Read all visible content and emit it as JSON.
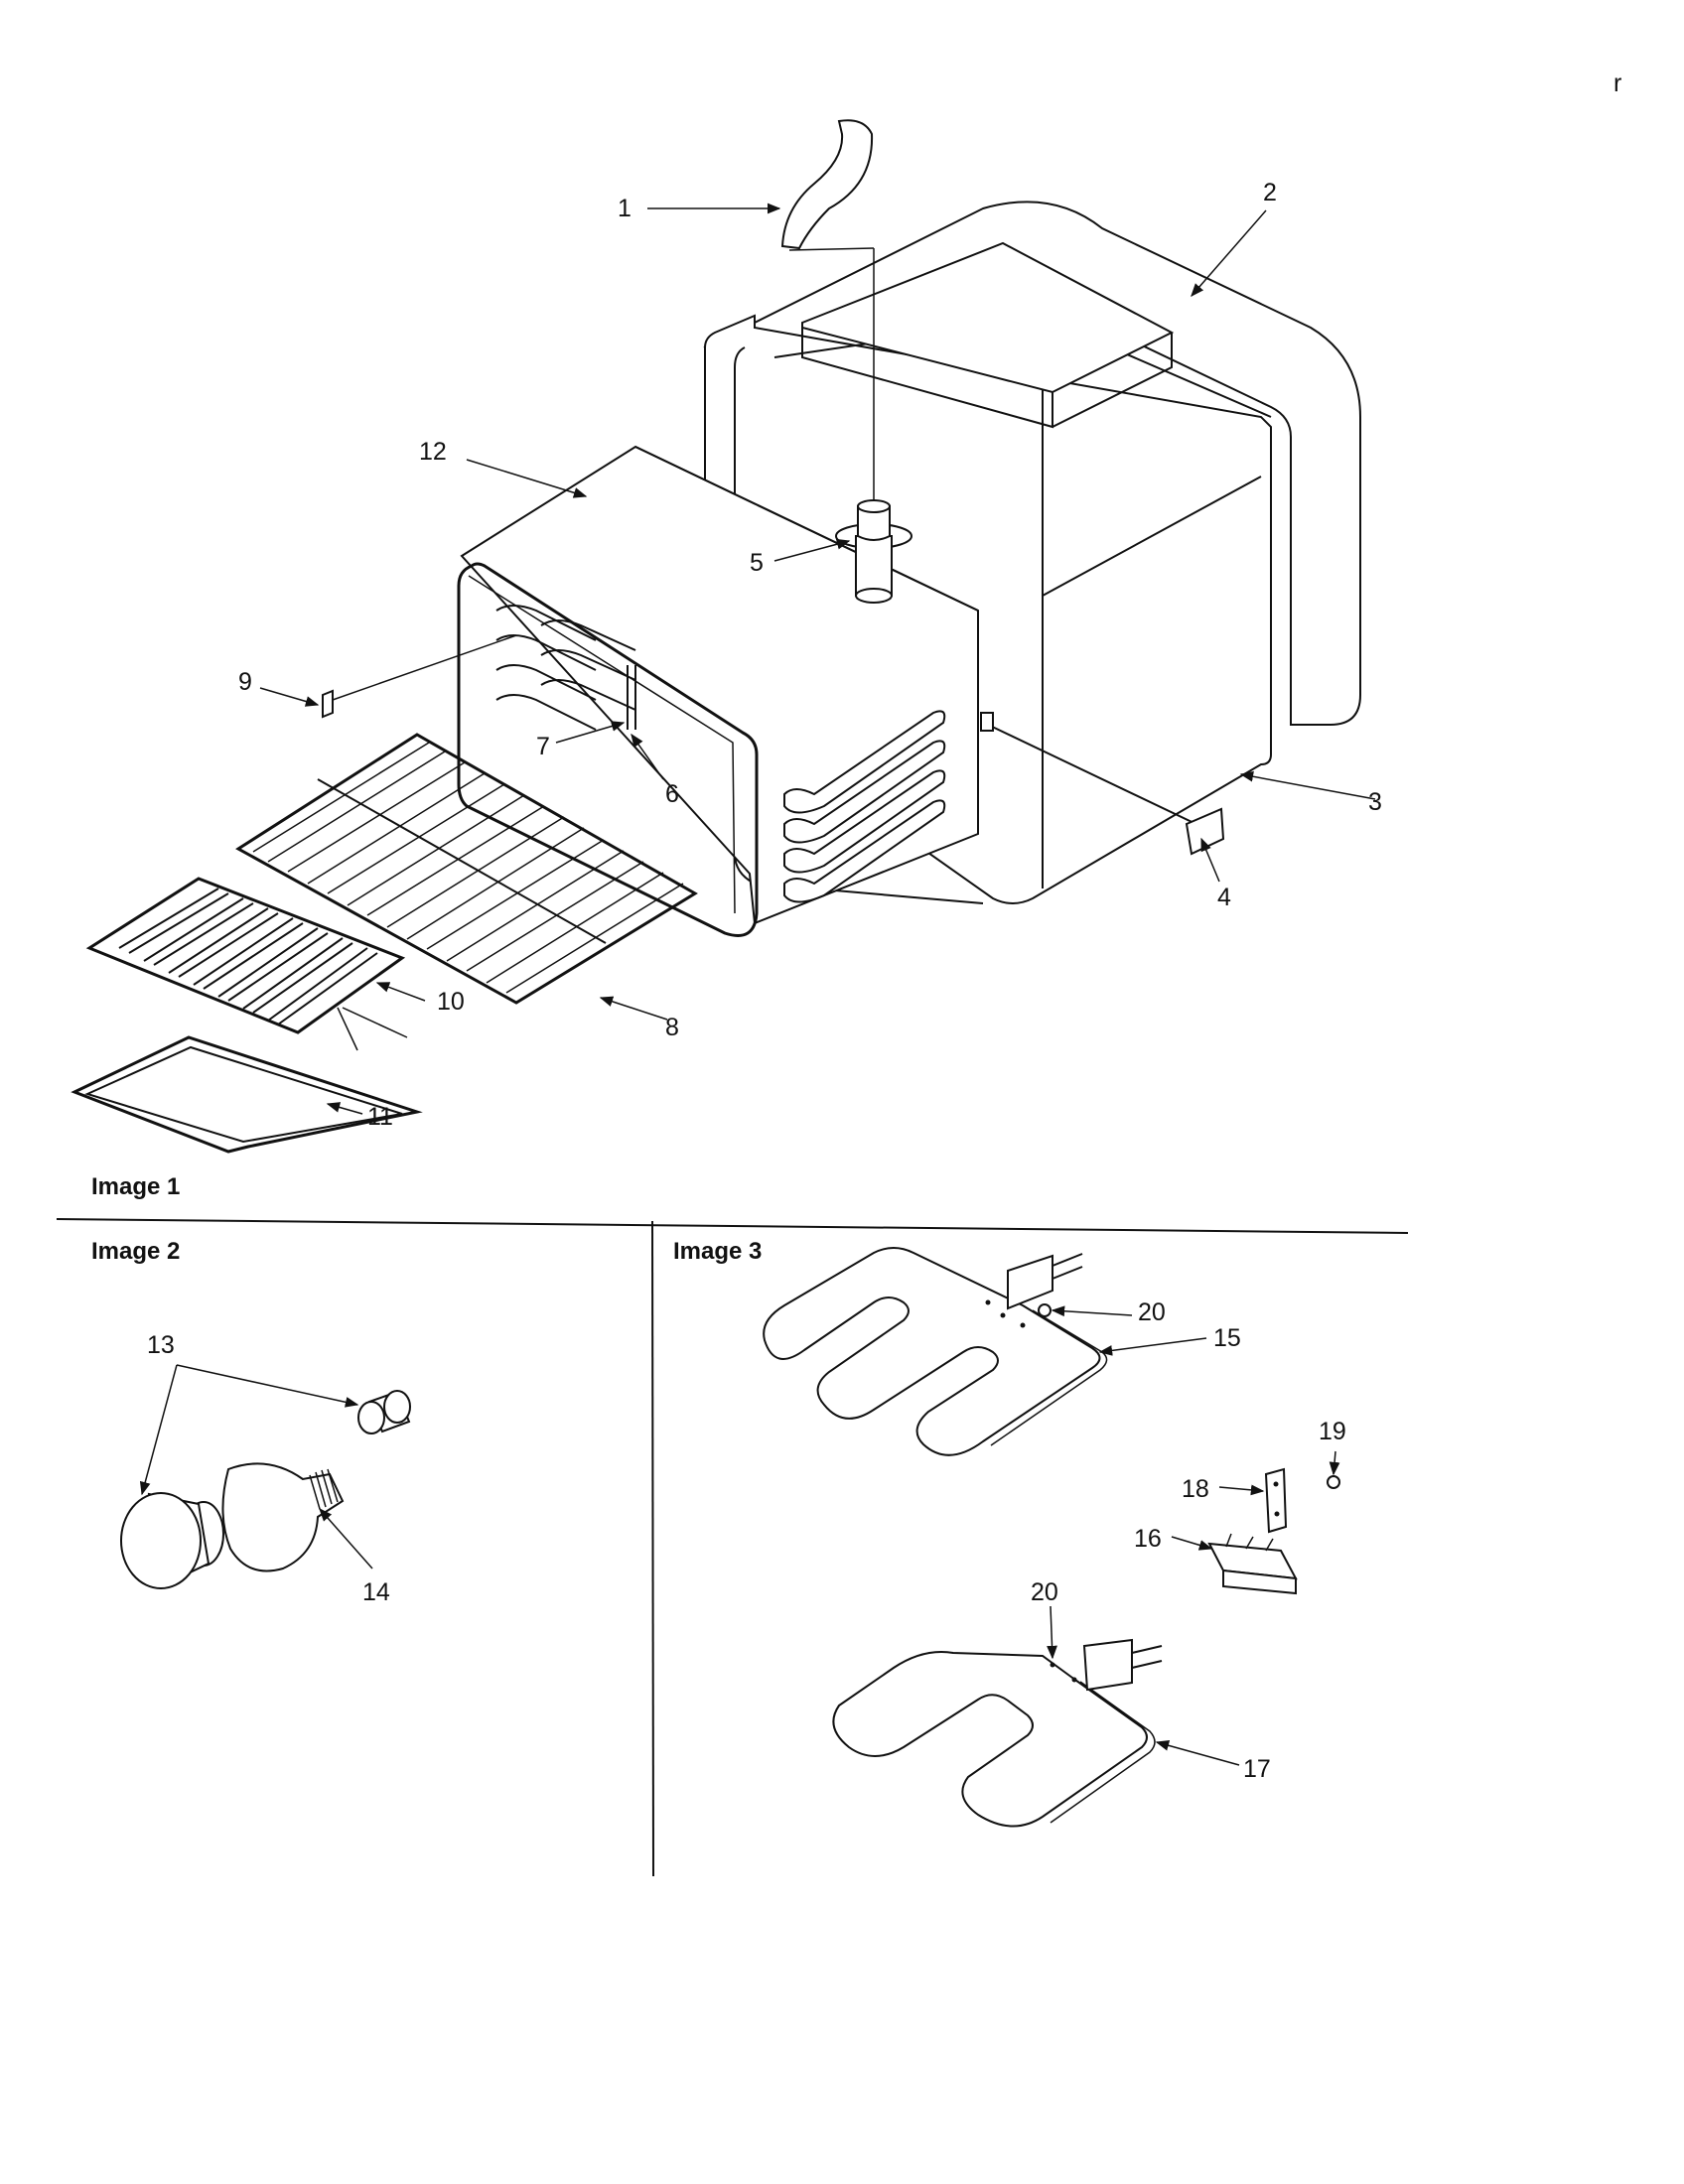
{
  "sections": {
    "image1": "Image 1",
    "image2": "Image 2",
    "image3": "Image 3"
  },
  "callouts": {
    "c1": "1",
    "c2": "2",
    "c3": "3",
    "c4": "4",
    "c5": "5",
    "c6": "6",
    "c7": "7",
    "c8": "8",
    "c9": "9",
    "c10": "10",
    "c11": "11",
    "c12": "12",
    "c13": "13",
    "c14": "14",
    "c15": "15",
    "c16": "16",
    "c17": "17",
    "c18": "18",
    "c19": "19",
    "c20a": "20",
    "c20b": "20"
  },
  "marks": {
    "corner": "r"
  }
}
